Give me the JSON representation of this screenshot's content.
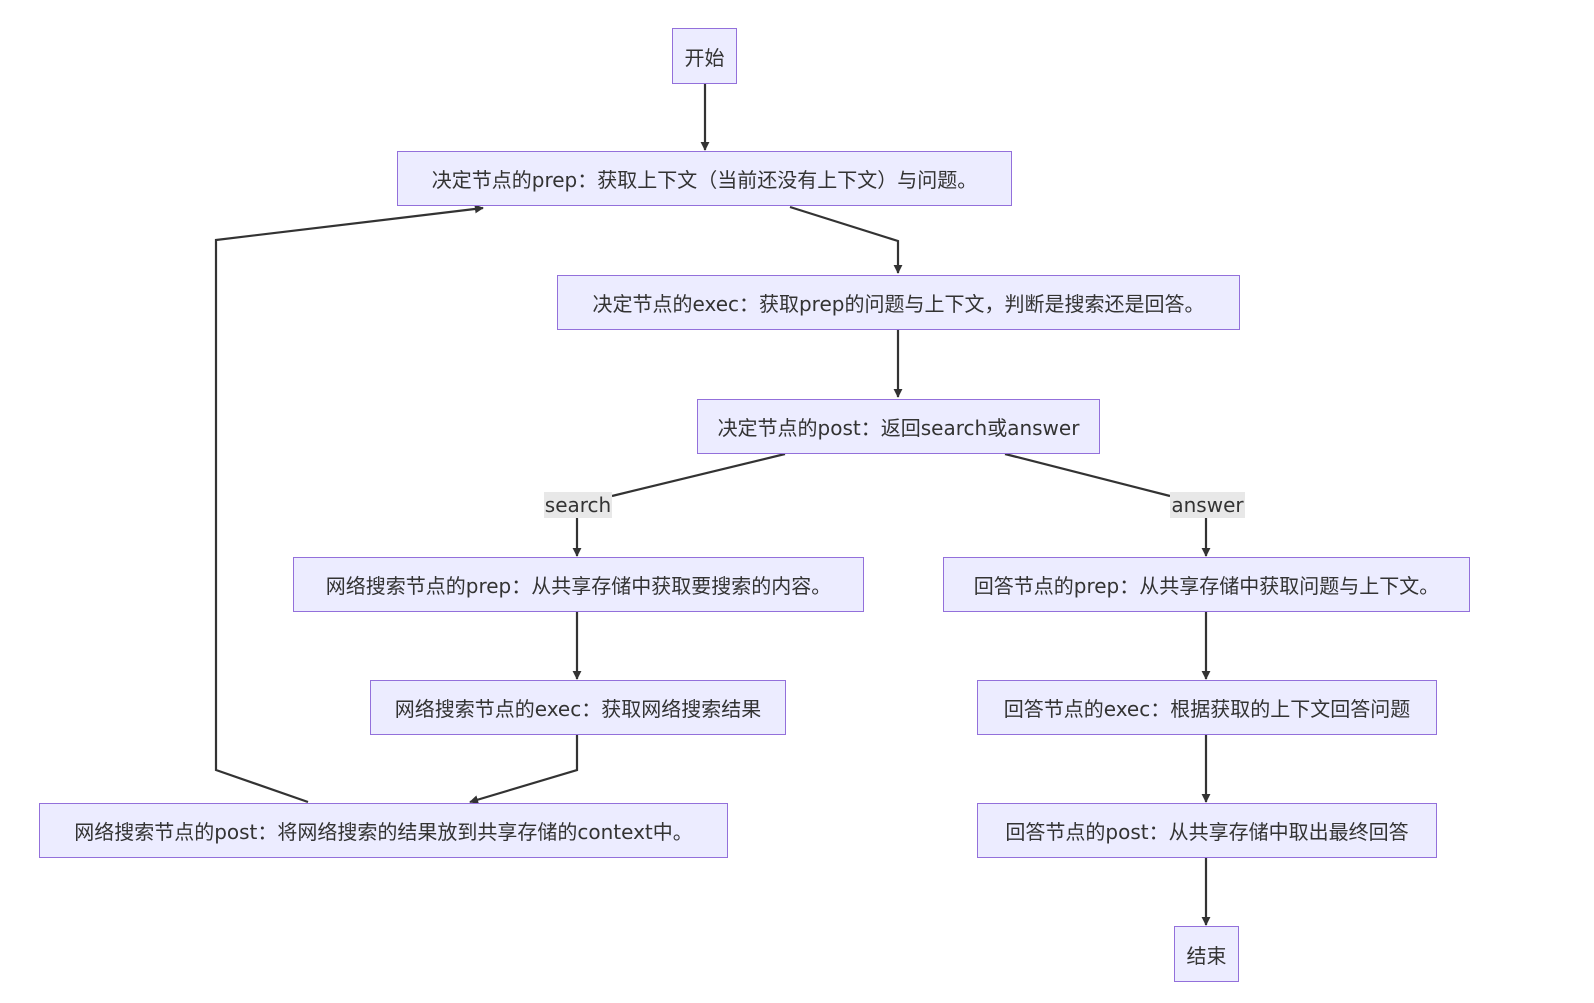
{
  "colors": {
    "node_fill": "#ececff",
    "node_border": "#9370db",
    "edge": "#333333",
    "edge_label_bg": "#e8e8e8",
    "text": "#333333"
  },
  "nodes": {
    "start": "开始",
    "decide_prep": "决定节点的prep：获取上下文（当前还没有上下文）与问题。",
    "decide_exec": "决定节点的exec：获取prep的问题与上下文，判断是搜索还是回答。",
    "decide_post": "决定节点的post：返回search或answer",
    "search_prep": "网络搜索节点的prep：从共享存储中获取要搜索的内容。",
    "search_exec": "网络搜索节点的exec：获取网络搜索结果",
    "search_post": "网络搜索节点的post：将网络搜索的结果放到共享存储的context中。",
    "answer_prep": "回答节点的prep：从共享存储中获取问题与上下文。",
    "answer_exec": "回答节点的exec：根据获取的上下文回答问题",
    "answer_post": "回答节点的post：从共享存储中取出最终回答",
    "end": "结束"
  },
  "edge_labels": {
    "search": "search",
    "answer": "answer"
  }
}
